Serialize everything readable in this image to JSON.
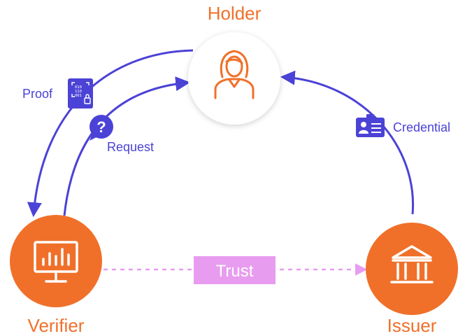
{
  "colors": {
    "orange": "#f0702a",
    "indigo": "#4b42d6",
    "trust_pink": "#e89cf0",
    "holder_circle": "#ffffff"
  },
  "nodes": {
    "holder": {
      "label": "Holder",
      "icon": "person-icon"
    },
    "verifier": {
      "label": "Verifier",
      "icon": "monitor-chart-icon"
    },
    "issuer": {
      "label": "Issuer",
      "icon": "bank-building-icon"
    }
  },
  "flows": {
    "proof": {
      "label": "Proof",
      "icon": "document-lock-icon"
    },
    "request": {
      "label": "Request",
      "icon": "question-bubble-icon"
    },
    "credential": {
      "label": "Credential",
      "icon": "id-card-icon"
    },
    "trust": {
      "label": "Trust"
    }
  }
}
